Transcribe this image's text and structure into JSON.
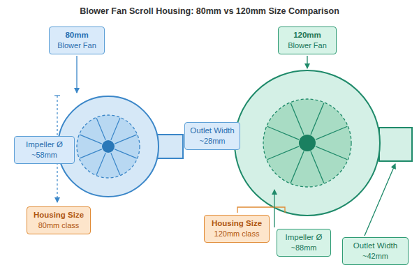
{
  "diagram": {
    "title": "Blower Fan Scroll Housing: 80mm vs 120mm Size Comparison",
    "nodes": [
      {
        "text": [
          "80mm",
          "Blower Fan"
        ]
      },
      {
        "text": [
          "120mm",
          "Blower Fan"
        ]
      },
      {
        "text": [
          "Impeller Ø",
          "~58mm"
        ]
      },
      {
        "text": [
          "Outlet Width",
          "~28mm"
        ]
      },
      {
        "text": [
          "Housing Size",
          "80mm class"
        ]
      },
      {
        "text": [
          "Housing Size",
          "120mm class"
        ]
      },
      {
        "text": [
          "Impeller Ø",
          "~88mm"
        ]
      },
      {
        "text": [
          "Outlet Width",
          "~42mm"
        ]
      }
    ]
  }
}
